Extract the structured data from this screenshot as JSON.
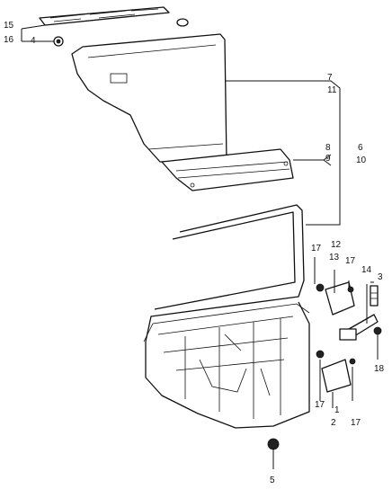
{
  "callouts": {
    "c15": "15",
    "c16": "16",
    "c4": "4",
    "c7": "7",
    "c11": "11",
    "c8": "8",
    "c9": "9",
    "c6": "6",
    "c10": "10",
    "c17a": "17",
    "c12": "12",
    "c13": "13",
    "c17b": "17",
    "c14": "14",
    "c3": "3",
    "c18": "18",
    "c17c": "17",
    "c1": "1",
    "c2": "2",
    "c17d": "17",
    "c5": "5"
  }
}
